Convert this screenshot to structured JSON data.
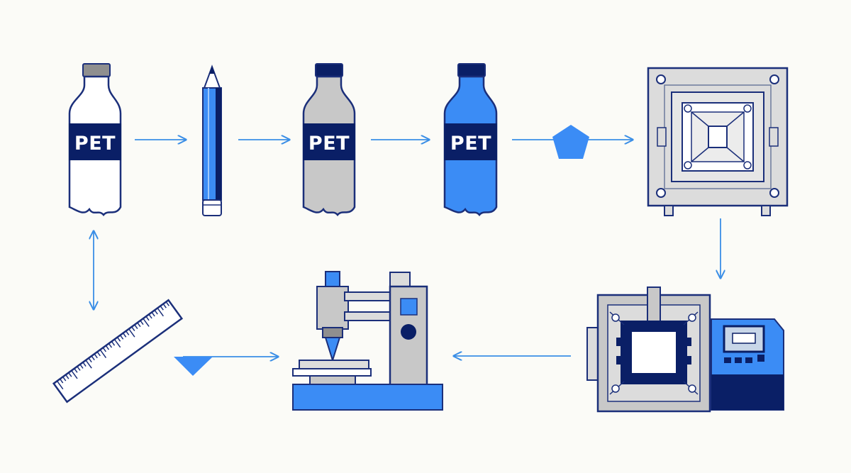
{
  "labels": {
    "bottle_clear": "PET",
    "bottle_gray": "PET",
    "bottle_blue": "PET"
  },
  "colors": {
    "navy": "#0a1f66",
    "blue": "#3b8cf5",
    "light_blue": "#4a9ff5",
    "gray": "#c8c8c8",
    "outline": "#1b2f7a",
    "arrow": "#3a8ee6",
    "background": "#fbfbf7"
  },
  "icons": [
    "clear-pet-bottle-icon",
    "pencil-icon",
    "gray-pet-bottle-icon",
    "blue-pet-bottle-icon",
    "pentagon-icon",
    "mold-plate-icon",
    "injection-molding-machine-icon",
    "3d-printer-icon",
    "triangle-icon",
    "ruler-icon"
  ]
}
